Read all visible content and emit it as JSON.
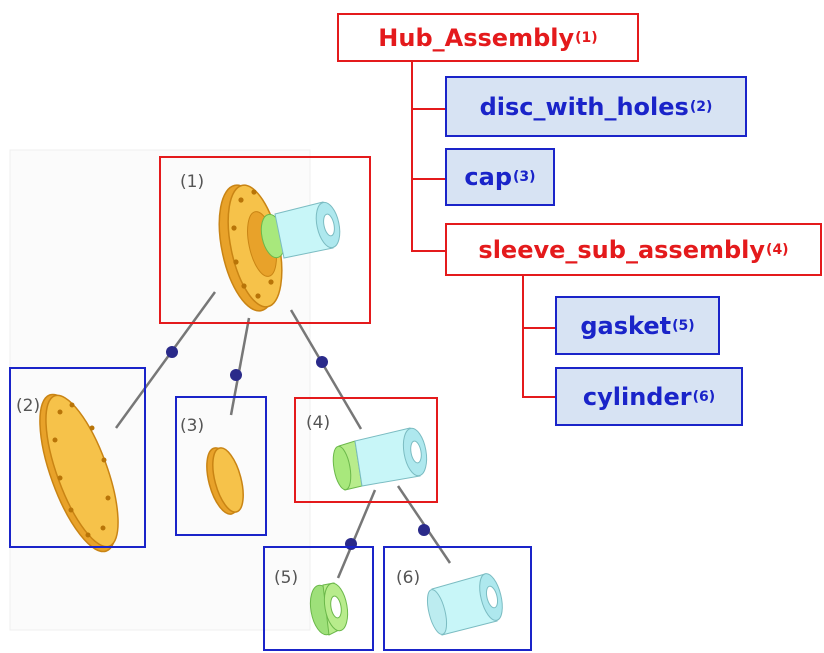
{
  "diagram": {
    "tree": {
      "root": {
        "name": "Hub_Assembly",
        "index": "(1)"
      },
      "disc": {
        "name": "disc_with_holes",
        "index": "(2)"
      },
      "cap": {
        "name": "cap",
        "index": "(3)"
      },
      "sleeve": {
        "name": "sleeve_sub_assembly",
        "index": "(4)"
      },
      "gasket": {
        "name": "gasket",
        "index": "(5)"
      },
      "cylinder": {
        "name": "cylinder",
        "index": "(6)"
      }
    },
    "view_labels": {
      "n1": "(1)",
      "n2": "(2)",
      "n3": "(3)",
      "n4": "(4)",
      "n5": "(5)",
      "n6": "(6)"
    },
    "colors": {
      "assembly_border": "#e41a1c",
      "part_border": "#1a24c9",
      "part_fill": "#d7e3f3",
      "flange_orange": "#f2b632",
      "gasket_green": "#b8ec8c",
      "cylinder_cyan": "#bff3f6",
      "connector_dot": "#2a2a8a"
    }
  }
}
